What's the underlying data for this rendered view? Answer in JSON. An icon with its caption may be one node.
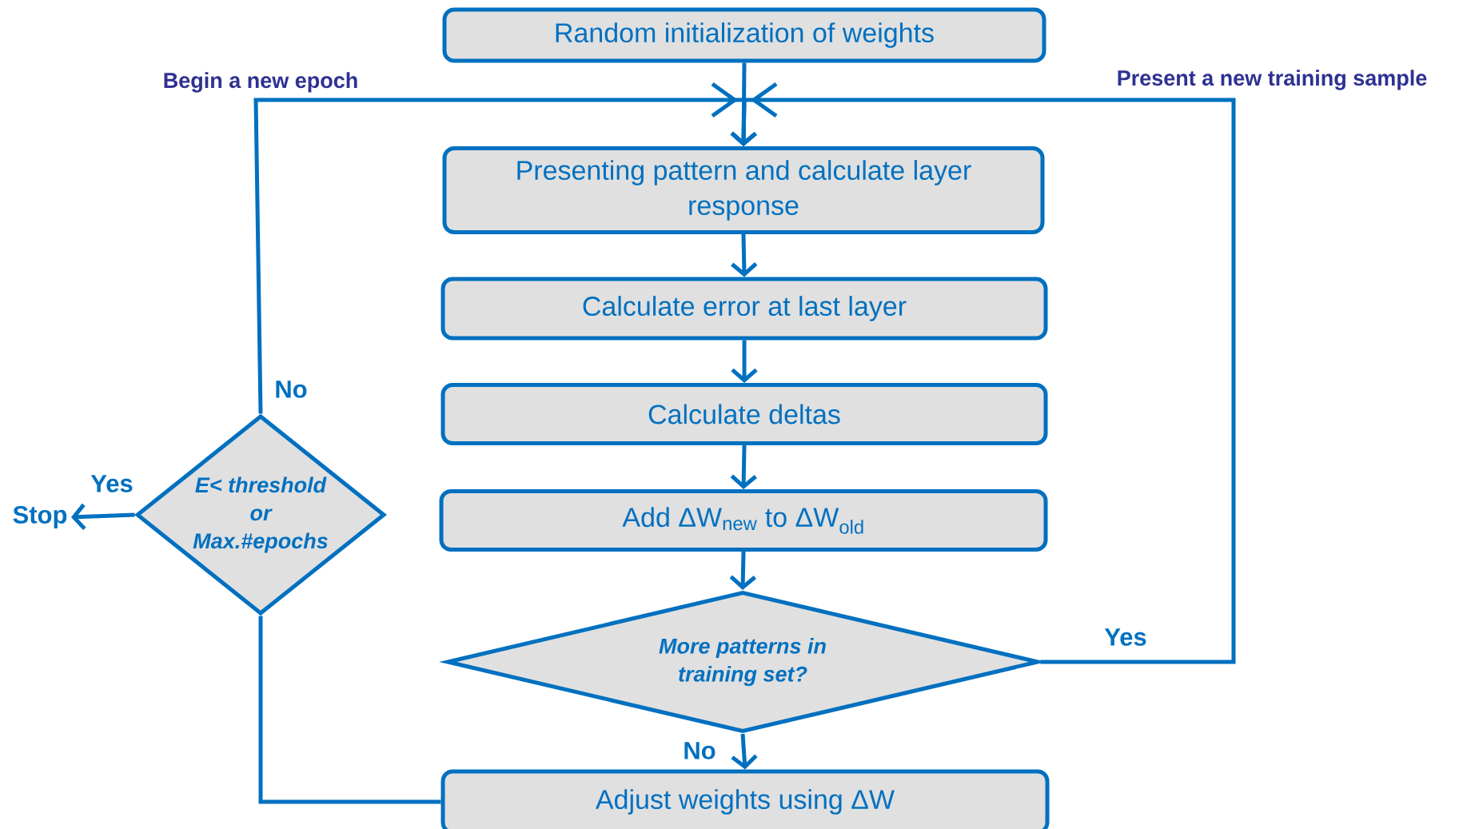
{
  "diagram": {
    "nodes": [
      {
        "text": [
          "Random initialization of weights"
        ]
      },
      {
        "text": [
          "Presenting pattern and calculate layer response"
        ]
      },
      {
        "text": [
          "Calculate error at last layer"
        ]
      },
      {
        "text": [
          "Calculate deltas"
        ]
      },
      {
        "text": [
          "Add  ΔW$_{new}$ to  ΔW$_{old}$"
        ]
      },
      {
        "text": [
          "More patterns in training set?"
        ]
      },
      {
        "text": [
          "Adjust weights using  ΔW"
        ]
      },
      {
        "text": [
          "E< threshold or Max.#epochs"
        ]
      },
      {
        "text": [
          "Stop"
        ]
      }
    ],
    "edges": [
      {
        "from": 0,
        "to": 1,
        "arrow": "to"
      },
      {
        "from": 1,
        "to": 2,
        "arrow": "to"
      },
      {
        "from": 2,
        "to": 3,
        "arrow": "to"
      },
      {
        "from": 3,
        "to": 4,
        "arrow": "to"
      },
      {
        "from": 4,
        "to": 5,
        "arrow": "to"
      },
      {
        "from": 5,
        "to": 6,
        "label": "No",
        "arrow": "to"
      },
      {
        "from": 5,
        "to": 1,
        "label": "Yes",
        "arrow": "to"
      },
      {
        "from": 6,
        "to": 7,
        "arrow": "none"
      },
      {
        "from": 7,
        "to": 8,
        "label": "Yes",
        "arrow": "to"
      },
      {
        "from": 7,
        "to": 1,
        "label": "No",
        "arrow": "to"
      }
    ],
    "labels": [
      "Begin a new epoch",
      "Present a new training sample"
    ]
  }
}
